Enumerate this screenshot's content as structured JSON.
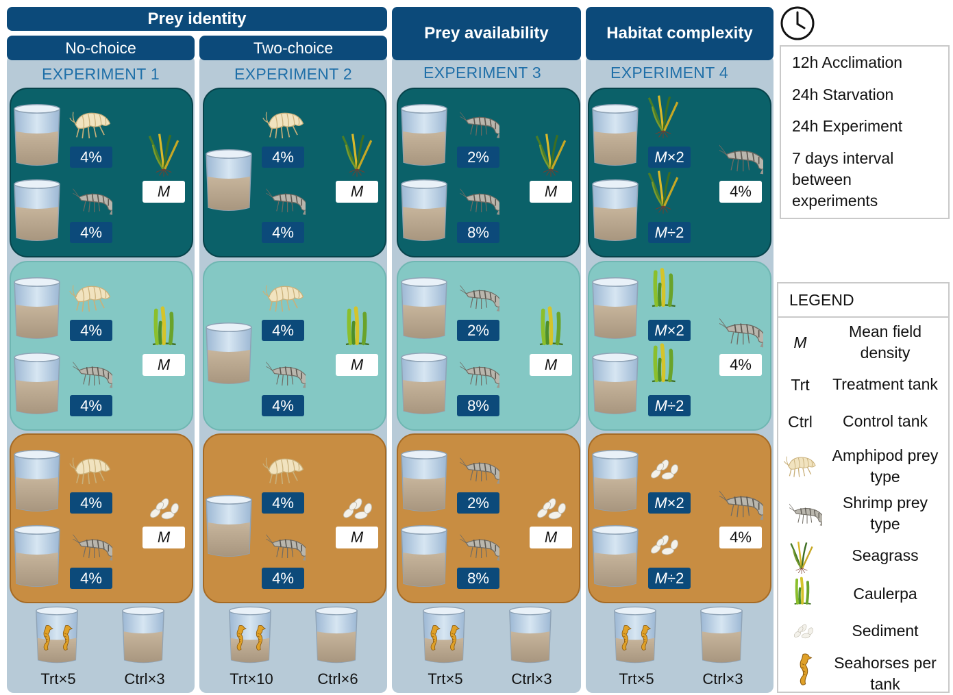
{
  "headers": {
    "prey_identity": "Prey identity",
    "no_choice": "No-choice",
    "two_choice": "Two-choice",
    "prey_availability": "Prey availability",
    "habitat_complexity": "Habitat complexity"
  },
  "experiments": [
    {
      "label": "EXPERIMENT 1",
      "top_tag": "4%",
      "bottom_tag": "4%",
      "side_box": "M",
      "trt": "Trt×5",
      "ctrl": "Ctrl×3"
    },
    {
      "label": "EXPERIMENT 2",
      "top_tag": "4%",
      "bottom_tag": "4%",
      "side_box": "M",
      "trt": "Trt×10",
      "ctrl": "Ctrl×6"
    },
    {
      "label": "EXPERIMENT 3",
      "top_tag": "2%",
      "bottom_tag": "8%",
      "side_box": "M",
      "trt": "Trt×5",
      "ctrl": "Ctrl×3"
    },
    {
      "label": "EXPERIMENT 4",
      "top_tag": "M×2",
      "bottom_tag": "M÷2",
      "side_box": "4%",
      "trt": "Trt×5",
      "ctrl": "Ctrl×3"
    }
  ],
  "timeline": {
    "steps": [
      "12h Acclimation",
      "24h Starvation",
      "24h Experiment"
    ],
    "interval": [
      "7 days interval",
      "between",
      "experiments"
    ]
  },
  "legend": {
    "title": "LEGEND",
    "m_symbol": "M",
    "m_text": [
      "Mean field",
      "density"
    ],
    "trt_symbol": "Trt",
    "trt_text": "Treatment tank",
    "ctrl_symbol": "Ctrl",
    "ctrl_text": "Control tank",
    "amphipod_text": [
      "Amphipod prey",
      "type"
    ],
    "shrimp_text": [
      "Shrimp prey",
      "type"
    ],
    "seagrass_text": "Seagrass",
    "caulerpa_text": "Caulerpa",
    "sediment_text": "Sediment",
    "seahorse_text": [
      "Seahorses per",
      "tank"
    ]
  },
  "colors": {
    "header_blue": "#0c4a7a",
    "column_bg": "#b7cad7",
    "seagrass_panel": "#0b6169",
    "caulerpa_panel": "#84c8c4",
    "sediment_panel": "#c88d42"
  }
}
